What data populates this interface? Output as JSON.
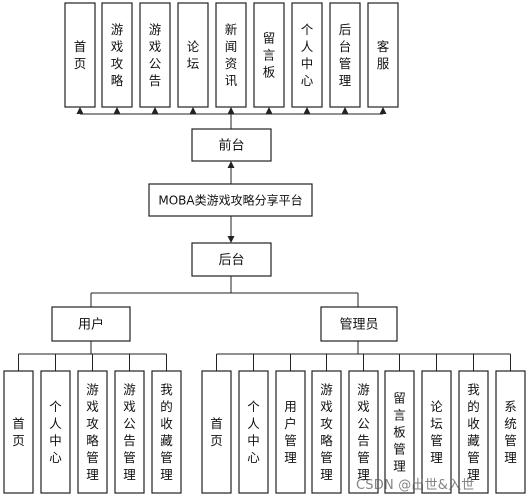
{
  "diagram": {
    "root": "MOBA类游戏攻略分享平台",
    "frontend": {
      "label": "前台",
      "modules": [
        "首页",
        "游戏攻略",
        "游戏公告",
        "论坛",
        "新闻资讯",
        "留言板",
        "个人中心",
        "后台管理",
        "客服"
      ]
    },
    "backend": {
      "label": "后台",
      "roles": [
        {
          "label": "用户",
          "modules": [
            "首页",
            "个人中心",
            "游戏攻略管理",
            "游戏公告管理",
            "我的收藏管理"
          ]
        },
        {
          "label": "管理员",
          "modules": [
            "首页",
            "个人中心",
            "用户管理",
            "游戏攻略管理",
            "游戏公告管理",
            "留言板管理",
            "论坛管理",
            "我的收藏管理",
            "系统管理"
          ]
        }
      ]
    }
  },
  "watermark": "CSDN @出世&入世"
}
